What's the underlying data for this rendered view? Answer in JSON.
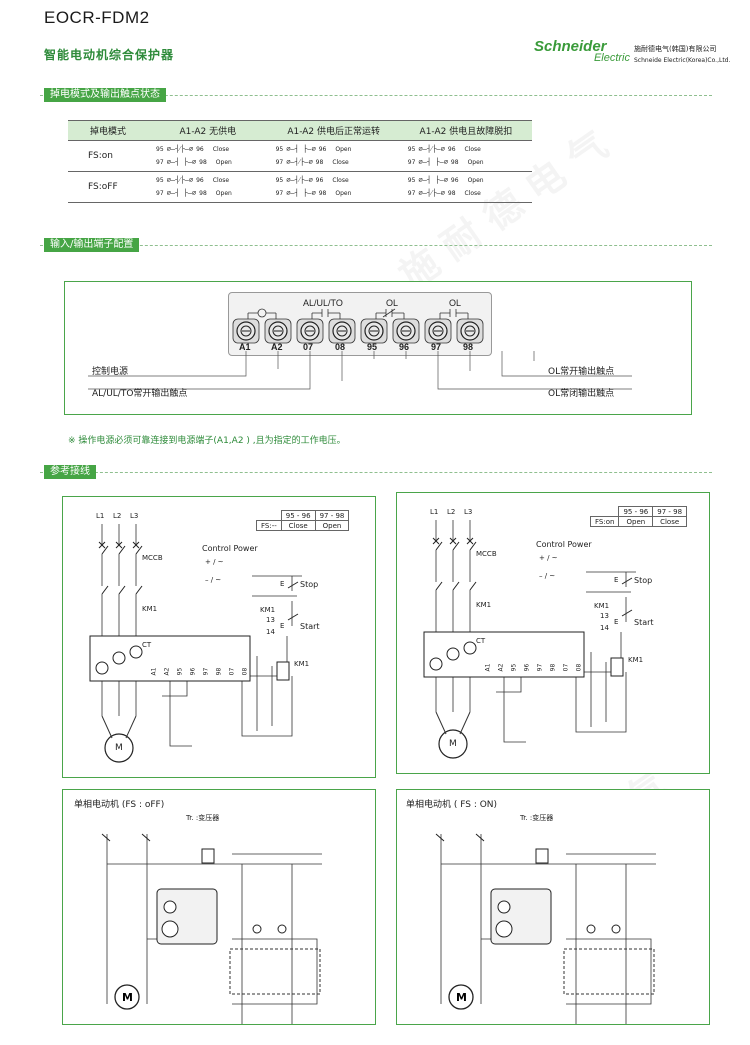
{
  "header": {
    "title": "EOCR-FDM2",
    "subtitle": "智能电动机综合保护器",
    "logo_top": "Schneider",
    "logo_bottom": "Electric",
    "company_cn": "施耐德电气(韩国)有限公司",
    "company_en": "Schneide Electric(Korea)Co.,Ltd."
  },
  "sections": {
    "s1": "掉电模式及输出触点状态",
    "s2": "输入/输出端子配置",
    "s3": "参考接线"
  },
  "state_table": {
    "headers": [
      "掉电模式",
      "A1-A2 无供电",
      "A1-A2 供电后正常运转",
      "A1-A2 供电且故障脱扣"
    ],
    "rows": [
      {
        "mode": "FS:on",
        "cells": [
          [
            {
              "a": "95",
              "b": "96",
              "s": "Close"
            },
            {
              "a": "97",
              "b": "98",
              "s": "Open"
            }
          ],
          [
            {
              "a": "95",
              "b": "96",
              "s": "Open"
            },
            {
              "a": "97",
              "b": "98",
              "s": "Close"
            }
          ],
          [
            {
              "a": "95",
              "b": "96",
              "s": "Close"
            },
            {
              "a": "97",
              "b": "98",
              "s": "Open"
            }
          ]
        ]
      },
      {
        "mode": "FS:oFF",
        "cells": [
          [
            {
              "a": "95",
              "b": "96",
              "s": "Close"
            },
            {
              "a": "97",
              "b": "98",
              "s": "Open"
            }
          ],
          [
            {
              "a": "95",
              "b": "96",
              "s": "Close"
            },
            {
              "a": "97",
              "b": "98",
              "s": "Open"
            }
          ],
          [
            {
              "a": "95",
              "b": "96",
              "s": "Open"
            },
            {
              "a": "97",
              "b": "98",
              "s": "Close"
            }
          ]
        ]
      }
    ]
  },
  "terminals": {
    "top_labels": {
      "al": "AL/UL/TO",
      "ol1": "OL",
      "ol2": "OL"
    },
    "names": [
      "A1",
      "A2",
      "07",
      "08",
      "95",
      "96",
      "97",
      "98"
    ],
    "left_labels": [
      "控制电源",
      "AL/UL/TO常开输出触点"
    ],
    "right_labels": [
      "OL常开输出触点",
      "OL常闭输出触点"
    ]
  },
  "note": "※ 操作电源必须可靠连接到电源端子(A1,A2 ) ,且为指定的工作电压。",
  "wiring": {
    "left": {
      "table_head": [
        "95 - 96",
        "97 - 98"
      ],
      "table_mode": "FS:--",
      "table_vals": [
        "Close",
        "Open"
      ]
    },
    "right": {
      "table_head": [
        "95 - 96",
        "97 - 98"
      ],
      "table_mode": "FS:on",
      "table_vals": [
        "Open",
        "Close"
      ]
    },
    "labels": {
      "l1": "L1",
      "l2": "L2",
      "l3": "L3",
      "mccb": "MCCB",
      "km1": "KM1",
      "ct": "CT",
      "control_power": "Control Power",
      "plus": "+ / ~",
      "minus": "– / ~",
      "stop": "Stop",
      "start": "Start",
      "km1_coil": "KM1",
      "n13": "13",
      "n14": "14",
      "e": "E",
      "motor": "M",
      "terms": [
        "A1",
        "A2",
        "95",
        "96",
        "97",
        "98",
        "07",
        "08"
      ]
    },
    "single_left": "单相电动机 (FS : oFF)",
    "single_right": "单相电动机 ( FS : ON)",
    "transformer": "Tr. :变压器"
  }
}
